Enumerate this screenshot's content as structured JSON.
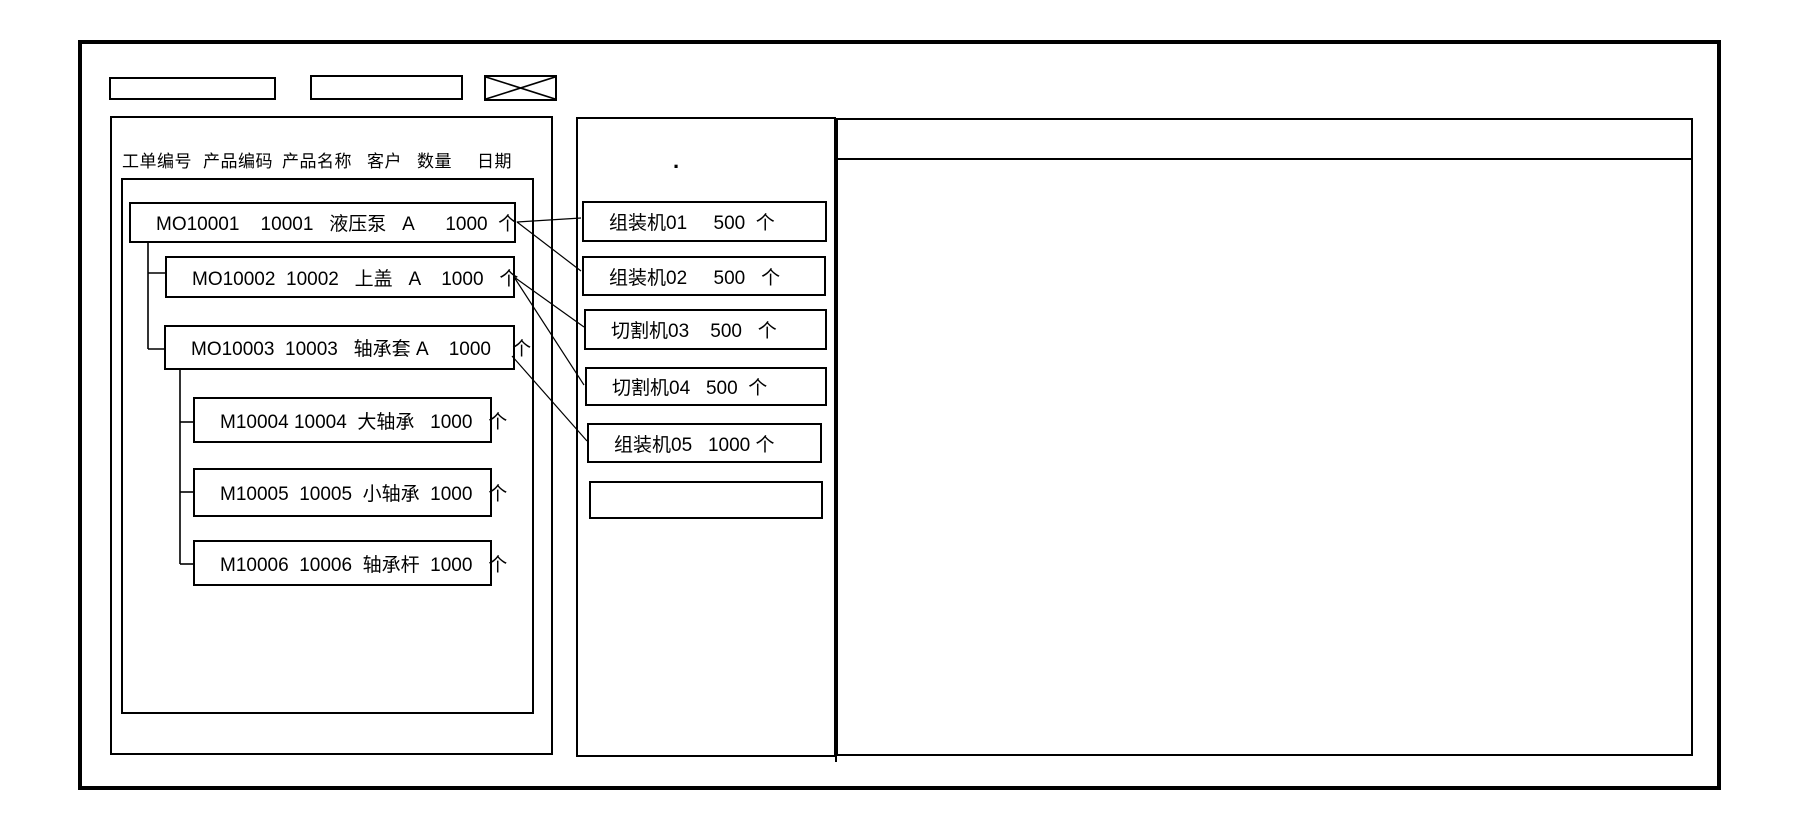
{
  "colors": {
    "line": "#000000",
    "background": "#ffffff"
  },
  "top_bar": {
    "field_1_value": "",
    "field_2_value": ""
  },
  "work_order_panel": {
    "columns": [
      "工单编号",
      "产品编码",
      "产品名称",
      "客户",
      "数量",
      "日期"
    ],
    "orders": [
      {
        "display": "MO10001    10001   液压泵   A      1000  个",
        "order_no": "MO10001",
        "product_code": "10001",
        "product_name": "液压泵",
        "customer": "A",
        "qty": "1000",
        "unit": "个",
        "level": 1
      },
      {
        "display": "MO10002  10002   上盖   A    1000   个",
        "order_no": "MO10002",
        "product_code": "10002",
        "product_name": "上盖",
        "customer": "A",
        "qty": "1000",
        "unit": "个",
        "level": 2
      },
      {
        "display": "MO10003  10003   轴承套 A    1000    个",
        "order_no": "MO10003",
        "product_code": "10003",
        "product_name": "轴承套",
        "customer": "A",
        "qty": "1000",
        "unit": "个",
        "level": 2
      },
      {
        "display": "M10004 10004  大轴承   1000   个",
        "order_no": "M10004",
        "product_code": "10004",
        "product_name": "大轴承",
        "customer": "",
        "qty": "1000",
        "unit": "个",
        "level": 3
      },
      {
        "display": "M10005  10005  小轴承  1000   个",
        "order_no": "M10005",
        "product_code": "10005",
        "product_name": "小轴承",
        "customer": "",
        "qty": "1000",
        "unit": "个",
        "level": 3
      },
      {
        "display": "M10006  10006  轴承杆  1000   个",
        "order_no": "M10006",
        "product_code": "10006",
        "product_name": "轴承杆",
        "customer": "",
        "qty": "1000",
        "unit": "个",
        "level": 3
      }
    ]
  },
  "machine_panel": {
    "title_placeholder": ".",
    "machines": [
      {
        "display": "组装机01     500  个",
        "machine": "组装机01",
        "qty": "500",
        "unit": "个"
      },
      {
        "display": "组装机02     500   个",
        "machine": "组装机02",
        "qty": "500",
        "unit": "个"
      },
      {
        "display": "切割机03    500   个",
        "machine": "切割机03",
        "qty": "500",
        "unit": "个"
      },
      {
        "display": "切割机04   500  个",
        "machine": "切割机04",
        "qty": "500",
        "unit": "个"
      },
      {
        "display": "组装机05   1000 个",
        "machine": "组装机05",
        "qty": "1000",
        "unit": "个"
      }
    ],
    "empty_slot_value": ""
  },
  "links": [
    {
      "from": "MO10001",
      "to": "组装机01"
    },
    {
      "from": "MO10001",
      "to": "组装机02"
    },
    {
      "from": "MO10002",
      "to": "切割机03"
    },
    {
      "from": "MO10002",
      "to": "切割机04"
    },
    {
      "from": "MO10003",
      "to": "组装机05"
    }
  ],
  "right_panel": {
    "header_value": "",
    "body_value": ""
  }
}
